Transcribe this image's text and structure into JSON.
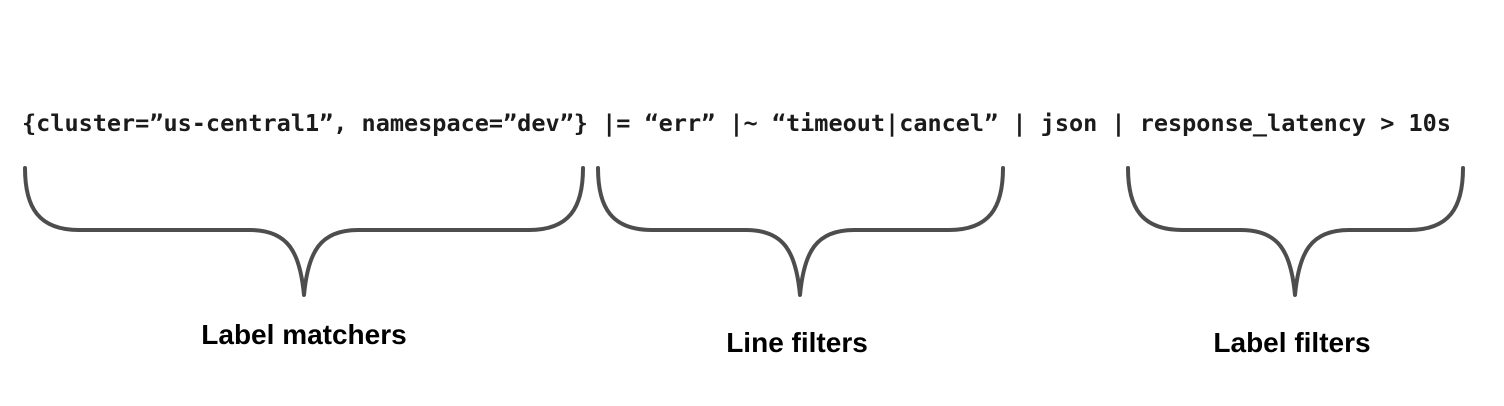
{
  "query": {
    "text": "{cluster=”us-central1”, namespace=”dev”} |= “err” |~ “timeout|cancel” | json | response_latency > 10s"
  },
  "annotations": [
    {
      "label": "Label matchers",
      "covers": "{cluster=”us-central1”, namespace=”dev”}"
    },
    {
      "label": "Line filters",
      "covers": "|= “err” |~ “timeout|cancel”"
    },
    {
      "label": "Label filters",
      "covers": "response_latency > 10s"
    }
  ],
  "colors": {
    "background": "#ffffff",
    "query_text": "#1b1b1b",
    "brace": "#4d4d4d",
    "label_text": "#000000"
  }
}
